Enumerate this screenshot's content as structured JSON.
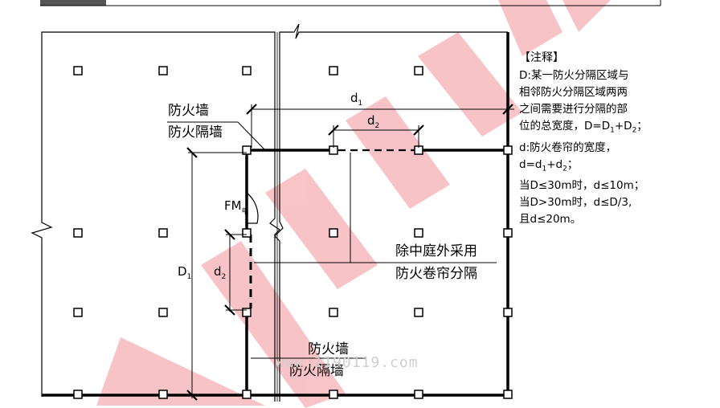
{
  "labels": {
    "fire_wall_top": "防火墙",
    "fire_partition_top": "防火隔墙",
    "fire_wall_bottom": "防火墙",
    "fire_partition_bottom": "防火隔墙",
    "shutter_line1": "除中庭外采用",
    "shutter_line2": "防火卷帘分隔",
    "fm_main": "FM",
    "fm_sub": "甲",
    "dim_d1_main": "d",
    "dim_d1_sub": "1",
    "dim_d2_main": "d",
    "dim_d2_sub": "2",
    "dim_D1_main": "D",
    "dim_D1_sub": "1",
    "dim_vd2_main": "d",
    "dim_vd2_sub": "2"
  },
  "notes": {
    "heading": "【注释】",
    "line1": "D:某一防火分隔区域与",
    "line2": "相邻防火分隔区域两两",
    "line3": "之间需要进行分隔的部",
    "line4_a": "位的总宽度，D=D",
    "line4_s1": "1",
    "line4_b": "+D",
    "line4_s2": "2",
    "line4_c": "；",
    "line5": "d:防火卷帘的宽度，",
    "line6_a": "d=d",
    "line6_s1": "1",
    "line6_b": "+d",
    "line6_s2": "2",
    "line6_c": "；",
    "line7": "当D≤30m时，d≤10m；",
    "line8": "当D>30m时，d≤D/3,",
    "line9": "且d≤20m。"
  },
  "watermark": {
    "text": "www.1190119.com",
    "color": "#f6b0b4"
  }
}
